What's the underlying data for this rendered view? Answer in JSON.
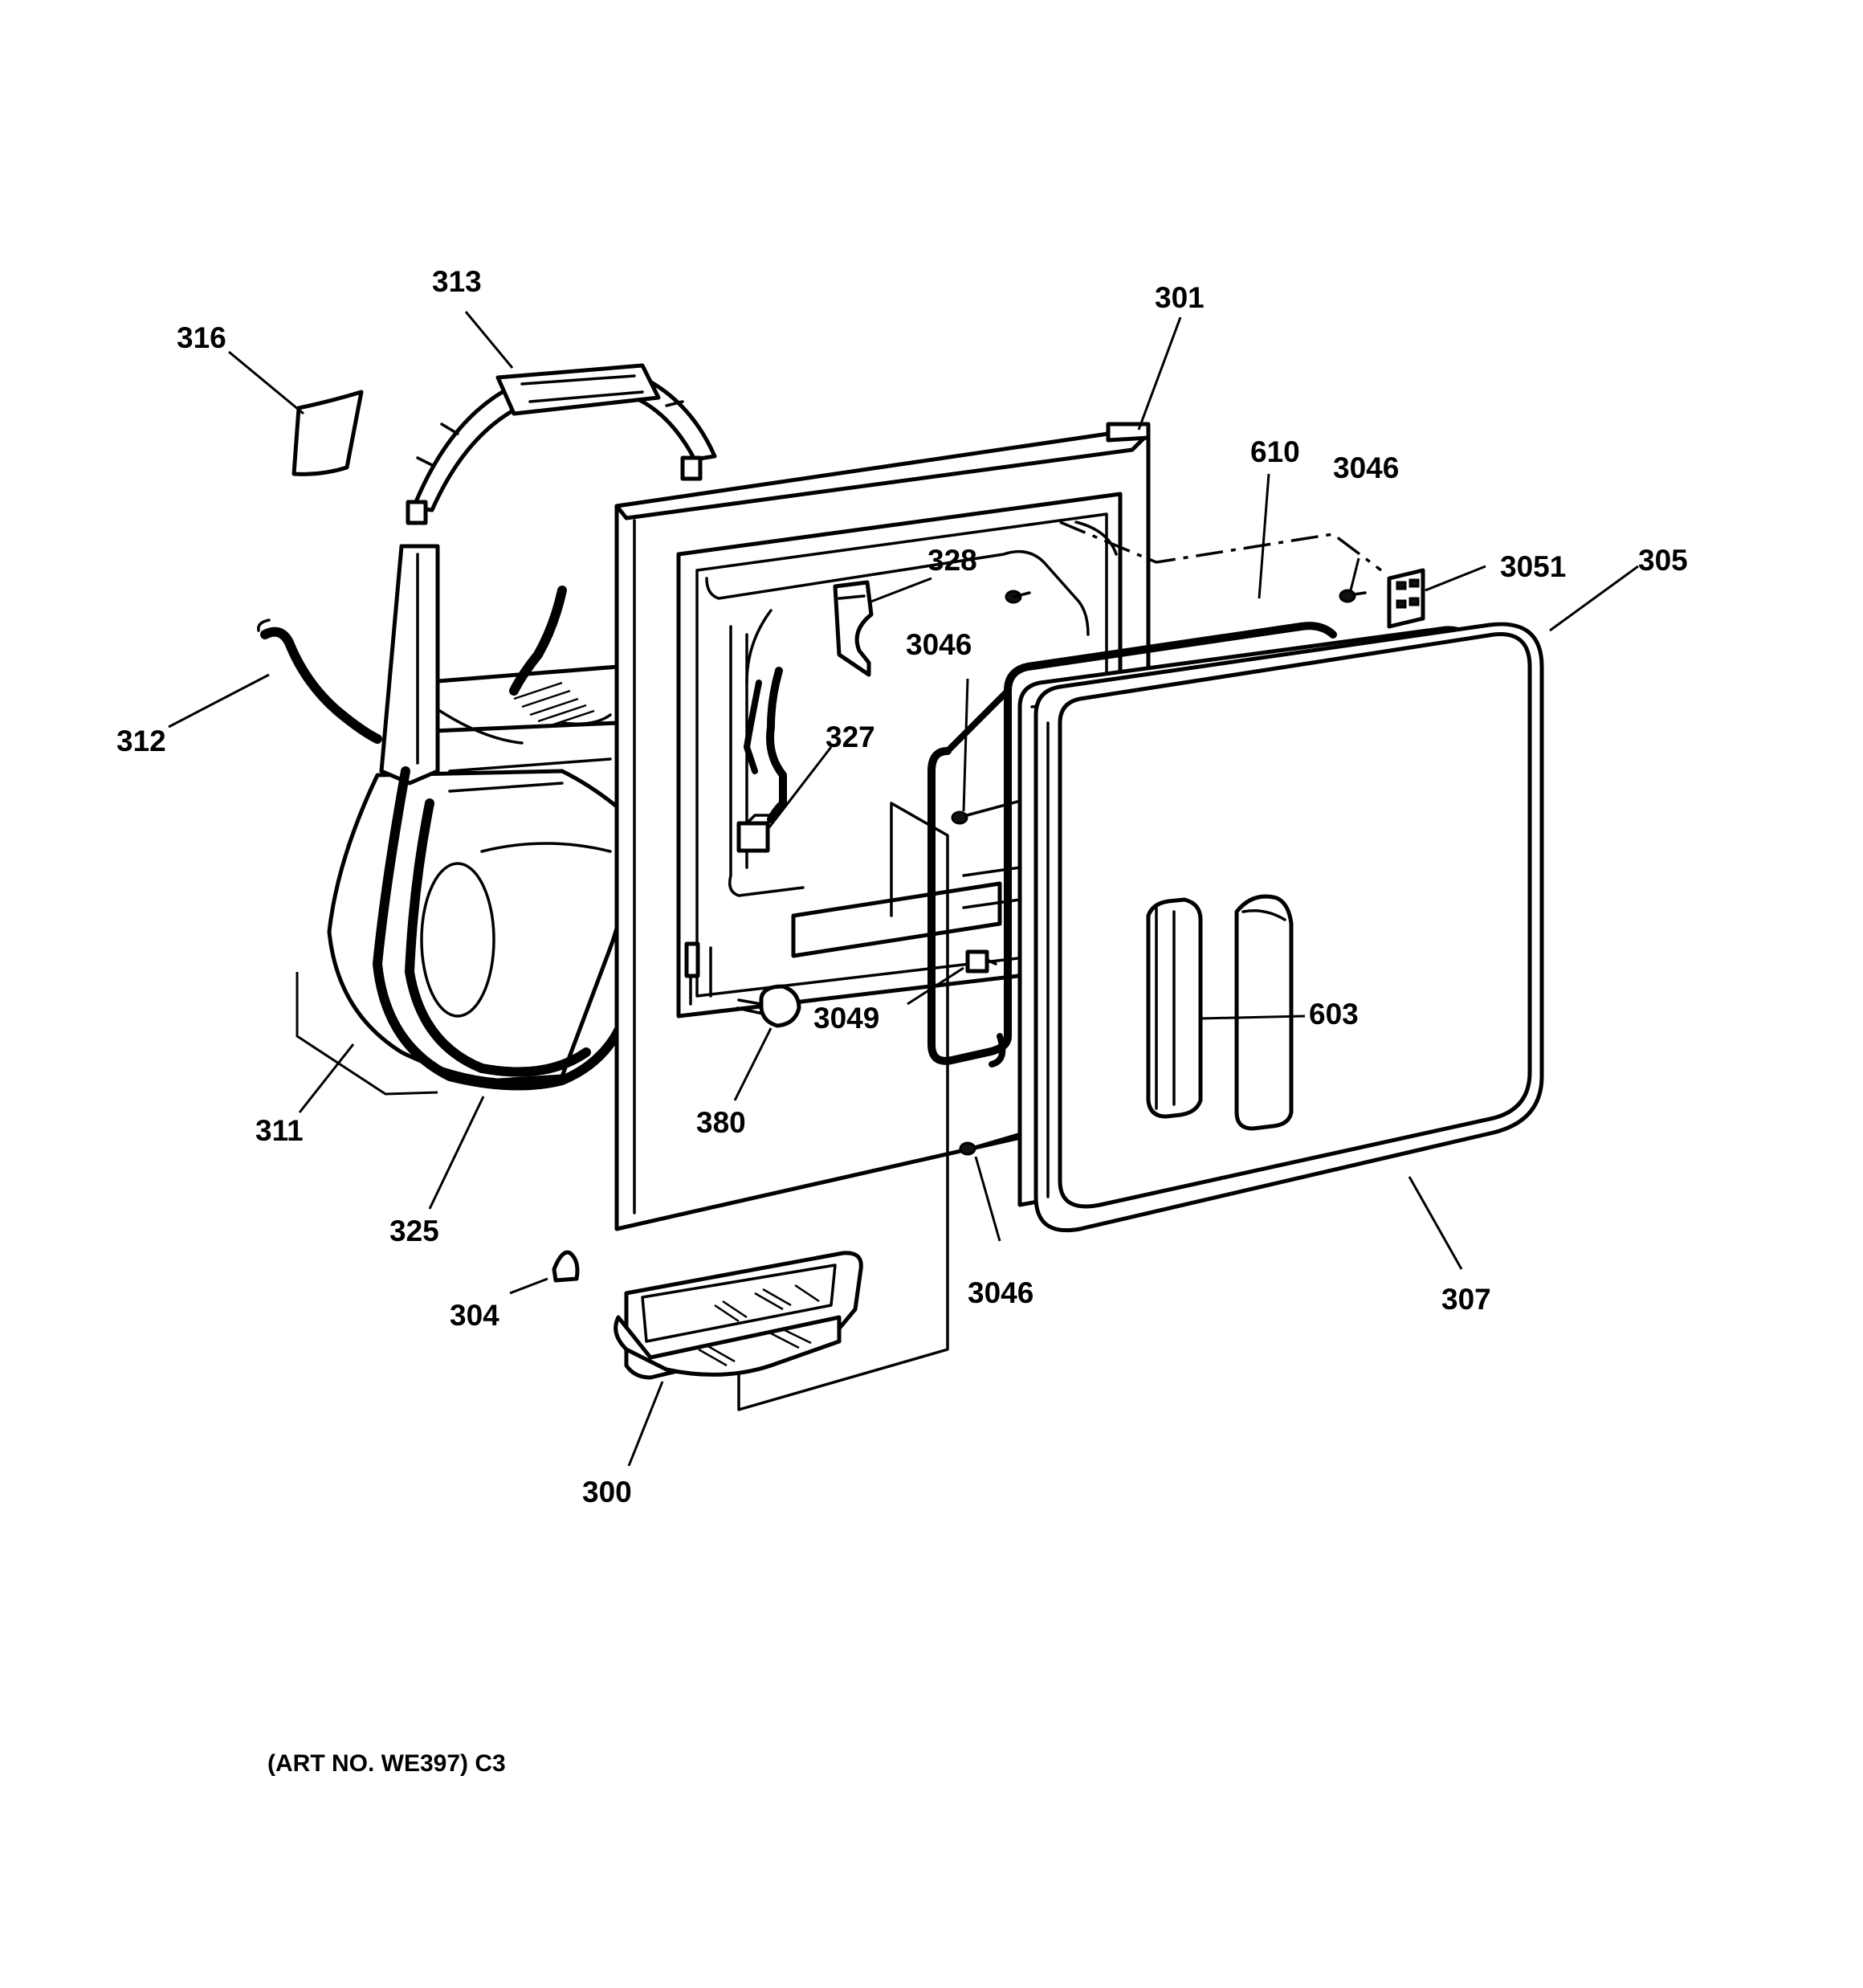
{
  "callouts": {
    "c313": "313",
    "c316": "316",
    "c312": "312",
    "c311": "311",
    "c325": "325",
    "c304": "304",
    "c300": "300",
    "c301": "301",
    "c328": "328",
    "c327": "327",
    "c380": "380",
    "c3046_a": "3046",
    "c3046_b": "3046",
    "c3046_c": "3046",
    "c3049": "3049",
    "c610": "610",
    "c3051": "3051",
    "c305": "305",
    "c603": "603",
    "c307": "307"
  },
  "art_number": "(ART NO. WE397) C3"
}
